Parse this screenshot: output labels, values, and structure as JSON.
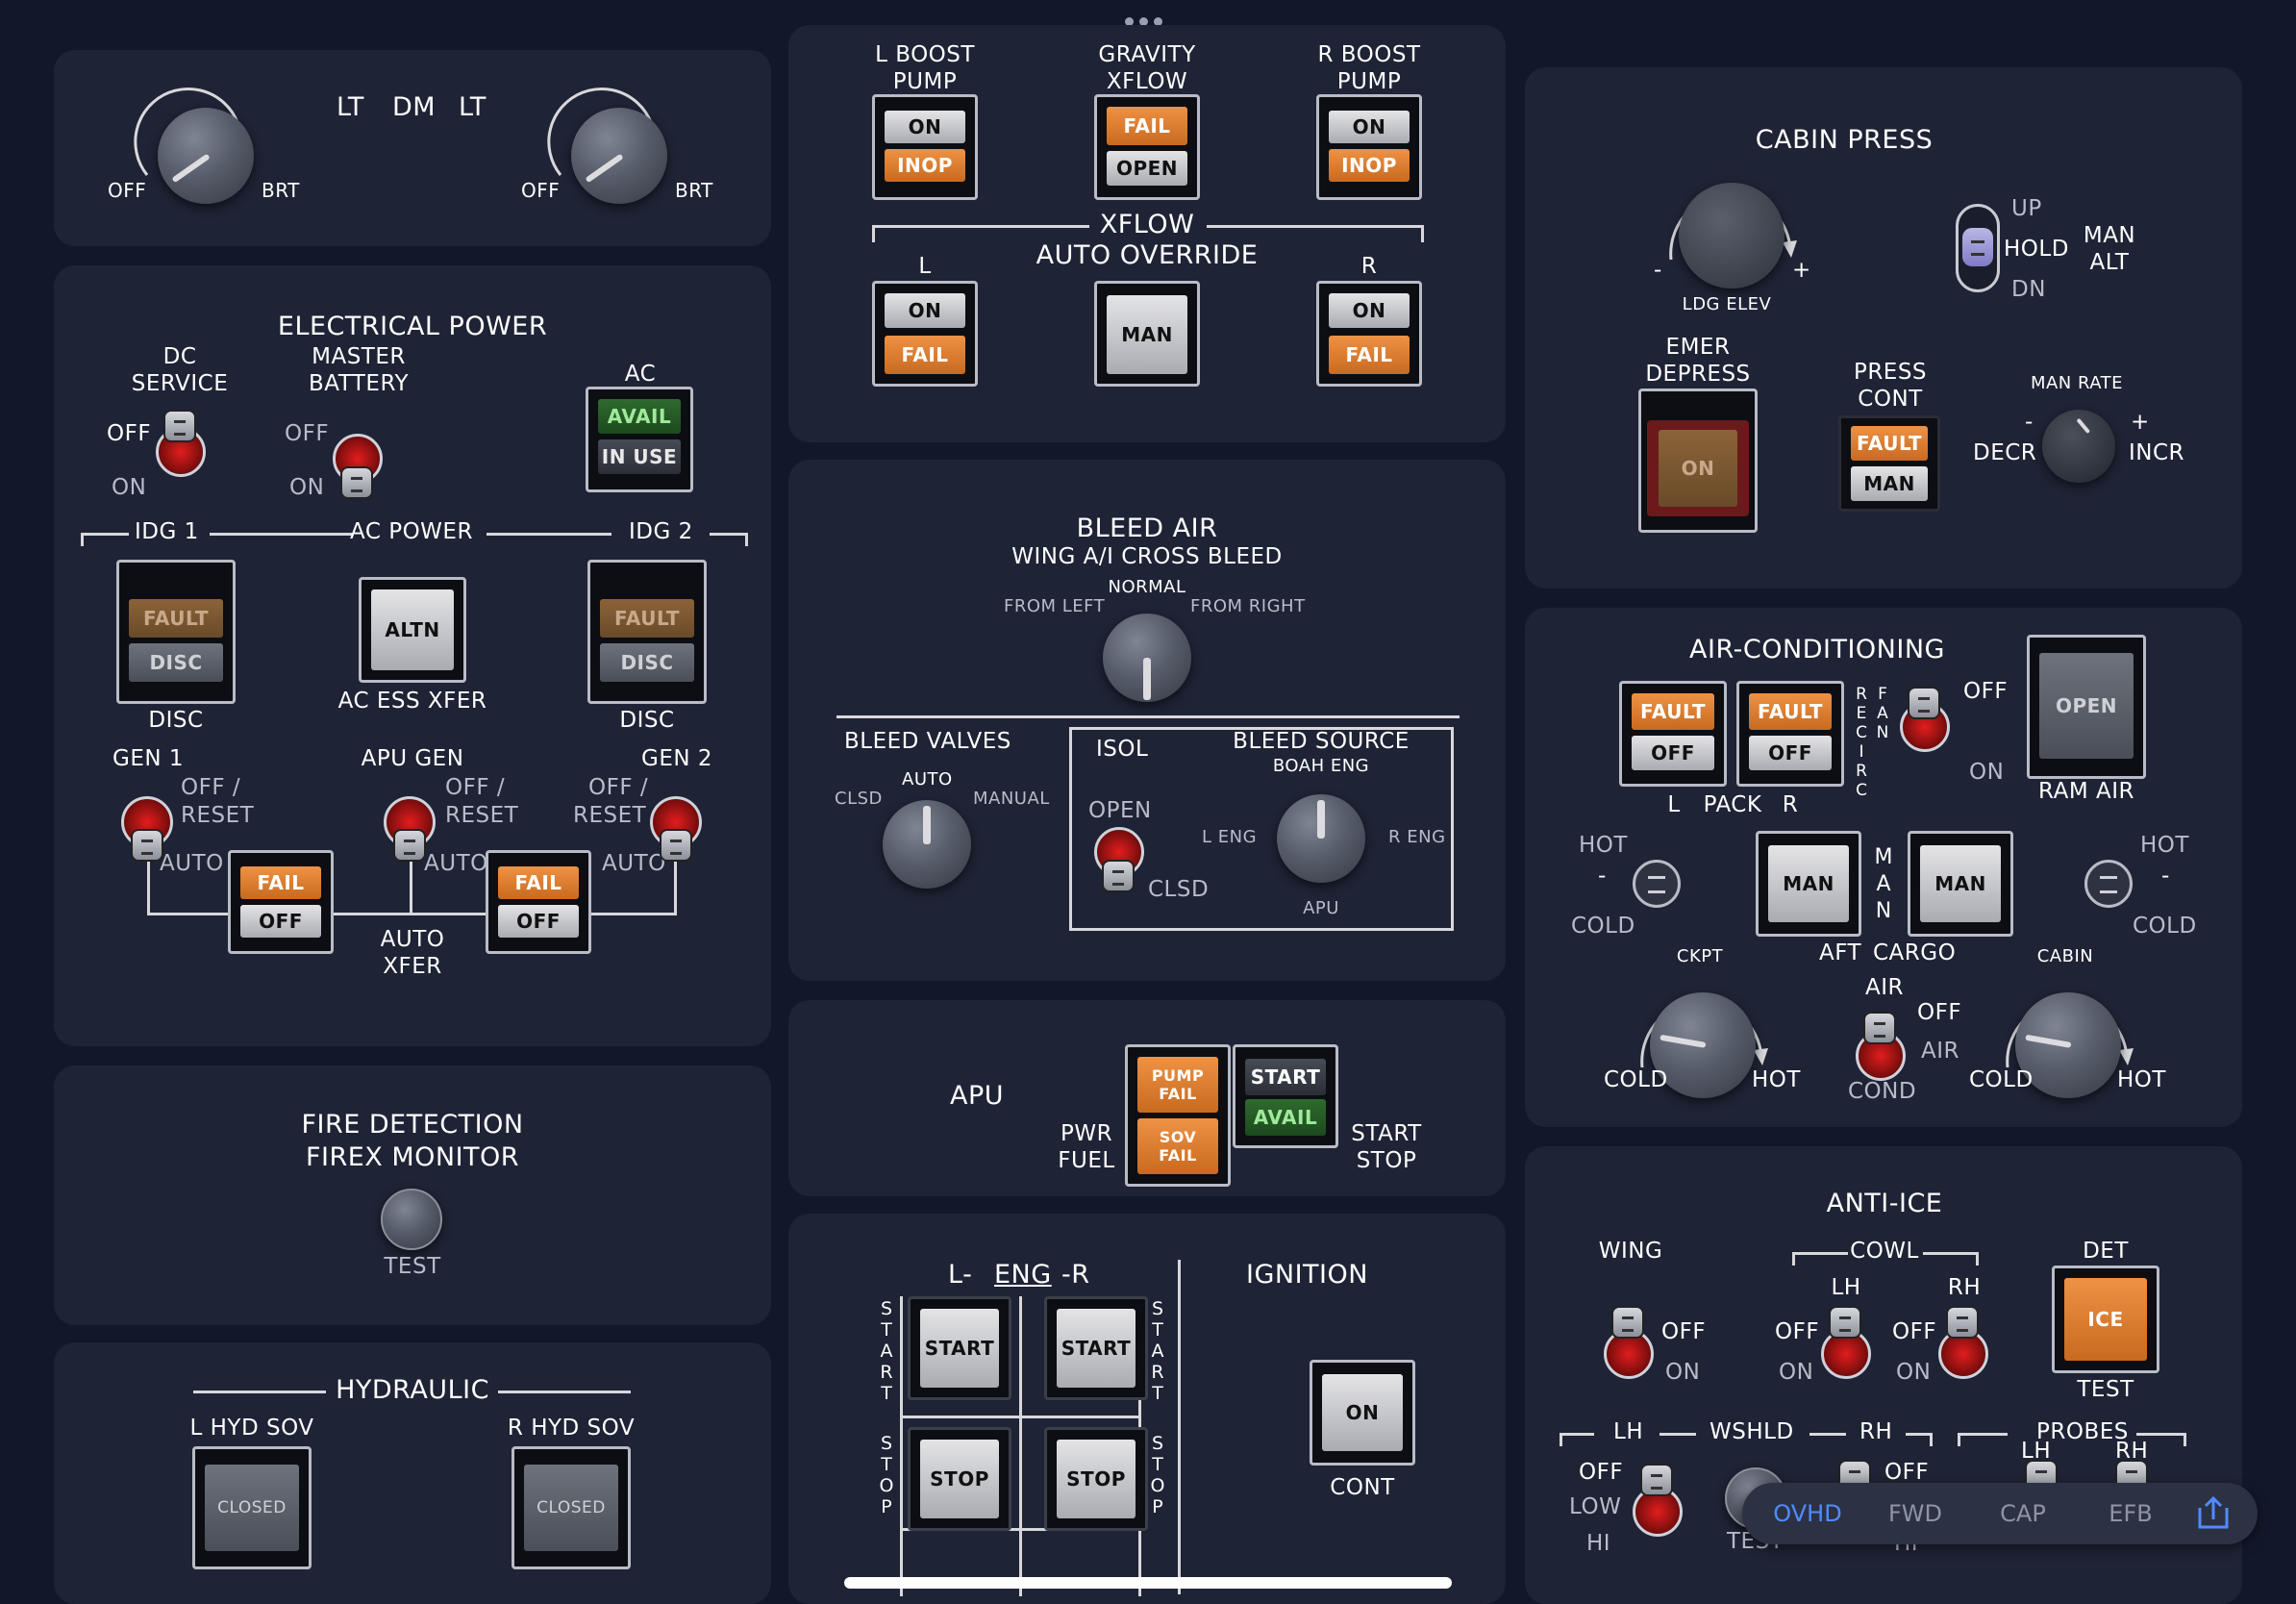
{
  "lights_panel": {
    "lt": "LT",
    "dm": "DM",
    "lt2": "LT",
    "off": "OFF",
    "brt": "BRT"
  },
  "electrical": {
    "title": "ELECTRICAL POWER",
    "dc_service": "DC",
    "dc_service2": "SERVICE",
    "master": "MASTER",
    "battery": "BATTERY",
    "off": "OFF",
    "on": "ON",
    "ac": "AC",
    "avail": "AVAIL",
    "in_use": "IN USE",
    "idg1": "IDG 1",
    "ac_power": "AC POWER",
    "idg2": "IDG 2",
    "fault": "FAULT",
    "disc": "DISC",
    "altn": "ALTN",
    "ac_ess_xfer": "AC ESS XFER",
    "gen1": "GEN 1",
    "apu_gen": "APU GEN",
    "gen2": "GEN 2",
    "off_slash": "OFF /",
    "reset": "RESET",
    "auto": "AUTO",
    "fail": "FAIL",
    "off_cap": "OFF",
    "auto_xfer": "AUTO",
    "auto_xfer2": "XFER"
  },
  "fire": {
    "title": "FIRE DETECTION",
    "title2": "FIREX MONITOR",
    "test": "TEST"
  },
  "hydraulic": {
    "title": "HYDRAULIC",
    "l_sov": "L HYD SOV",
    "r_sov": "R HYD SOV",
    "closed": "CLOSED"
  },
  "fuel": {
    "l_boost": "L BOOST",
    "pump": "PUMP",
    "gravity": "GRAVITY",
    "xflow": "XFLOW",
    "r_boost": "R BOOST",
    "on": "ON",
    "inop": "INOP",
    "fail": "FAIL",
    "open": "OPEN",
    "xflow_title": "XFLOW",
    "auto_override": "AUTO OVERRIDE",
    "l": "L",
    "r": "R",
    "man": "MAN"
  },
  "bleed": {
    "title": "BLEED AIR",
    "subtitle": "WING A/I CROSS BLEED",
    "normal": "NORMAL",
    "from_left": "FROM LEFT",
    "from_right": "FROM RIGHT",
    "bleed_valves": "BLEED VALVES",
    "auto": "AUTO",
    "clsd": "CLSD",
    "manual": "MANUAL",
    "isol": "ISOL",
    "open": "OPEN",
    "clsd2": "CLSD",
    "bleed_source": "BLEED SOURCE",
    "boah_eng": "BOAH ENG",
    "l_eng": "L ENG",
    "r_eng": "R ENG",
    "apu": "APU"
  },
  "apu": {
    "label": "APU",
    "pwr": "PWR",
    "fuel": "FUEL",
    "pump": "PUMP",
    "fail": "FAIL",
    "sov": "SOV",
    "start": "START",
    "avail": "AVAIL",
    "start2": "START",
    "stop": "STOP"
  },
  "ignition": {
    "l": "L-",
    "eng": "ENG",
    "r": "-R",
    "title": "IGNITION",
    "start": "START",
    "stop": "STOP",
    "start_v": "START",
    "stop_v": "STOP",
    "on": "ON",
    "cont": "CONT"
  },
  "cabin": {
    "title": "CABIN PRESS",
    "ldg_elev": "LDG ELEV",
    "minus": "-",
    "plus": "+",
    "up": "UP",
    "hold": "HOLD",
    "dn": "DN",
    "man": "MAN",
    "alt": "ALT",
    "emer": "EMER",
    "depress": "DEPRESS",
    "on": "ON",
    "press": "PRESS",
    "cont": "CONT",
    "fault": "FAULT",
    "man_cap": "MAN",
    "man_rate": "MAN RATE",
    "decr": "DECR",
    "incr": "INCR"
  },
  "aircon": {
    "title": "AIR-CONDITIONING",
    "fault": "FAULT",
    "off": "OFF",
    "recirc": "RECIRC",
    "fan": "FAN",
    "off_lbl": "OFF",
    "on_lbl": "ON",
    "l": "L",
    "pack": "PACK",
    "r": "R",
    "open": "OPEN",
    "ram_air": "RAM AIR",
    "hot": "HOT",
    "cold": "COLD",
    "dash": "-",
    "man": "MAN",
    "man_v": "MAN",
    "aft": "AFT",
    "cargo": "CARGO",
    "ckpt": "CKPT",
    "cabin": "CABIN",
    "air": "AIR",
    "air_off": "OFF",
    "air2": "AIR",
    "cond": "COND"
  },
  "anti_ice": {
    "title": "ANTI-ICE",
    "wing": "WING",
    "off": "OFF",
    "on": "ON",
    "cowl": "COWL",
    "lh": "LH",
    "rh": "RH",
    "det": "DET",
    "ice": "ICE",
    "test": "TEST",
    "wshld": "WSHLD",
    "probes": "PROBES",
    "low": "LOW",
    "hi": "HI"
  },
  "nav": {
    "ovhd": "OVHD",
    "fwd": "FWD",
    "cap": "CAP",
    "efb": "EFB"
  }
}
